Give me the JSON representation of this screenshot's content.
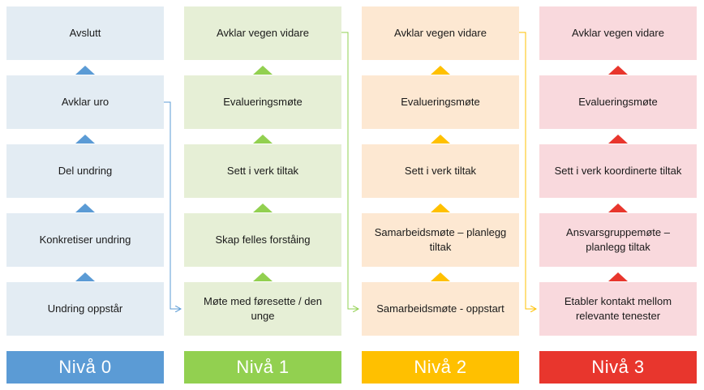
{
  "columns": [
    {
      "color": "#5b9bd5",
      "level": "Nivå 0",
      "steps": [
        "Avslutt",
        "Avklar uro",
        "Del undring",
        "Konkretiser undring",
        "Undring oppstår"
      ]
    },
    {
      "color": "#92d050",
      "level": "Nivå 1",
      "steps": [
        "Avklar vegen vidare",
        "Evalueringsmøte",
        "Sett i verk tiltak",
        "Skap felles forståing",
        "Møte med føresette / den unge"
      ]
    },
    {
      "color": "#ffc000",
      "level": "Nivå 2",
      "steps": [
        "Avklar vegen vidare",
        "Evalueringsmøte",
        "Sett i verk tiltak",
        "Samarbeidsmøte – planlegg tiltak",
        "Samarbeidsmøte - oppstart"
      ]
    },
    {
      "color": "#e8362d",
      "level": "Nivå 3",
      "steps": [
        "Avklar vegen vidare",
        "Evalueringsmøte",
        "Sett i verk koordinerte tiltak",
        "Ansvarsgruppemøte – planlegg tiltak",
        "Etabler kontakt mellom relevante tenester"
      ]
    }
  ]
}
